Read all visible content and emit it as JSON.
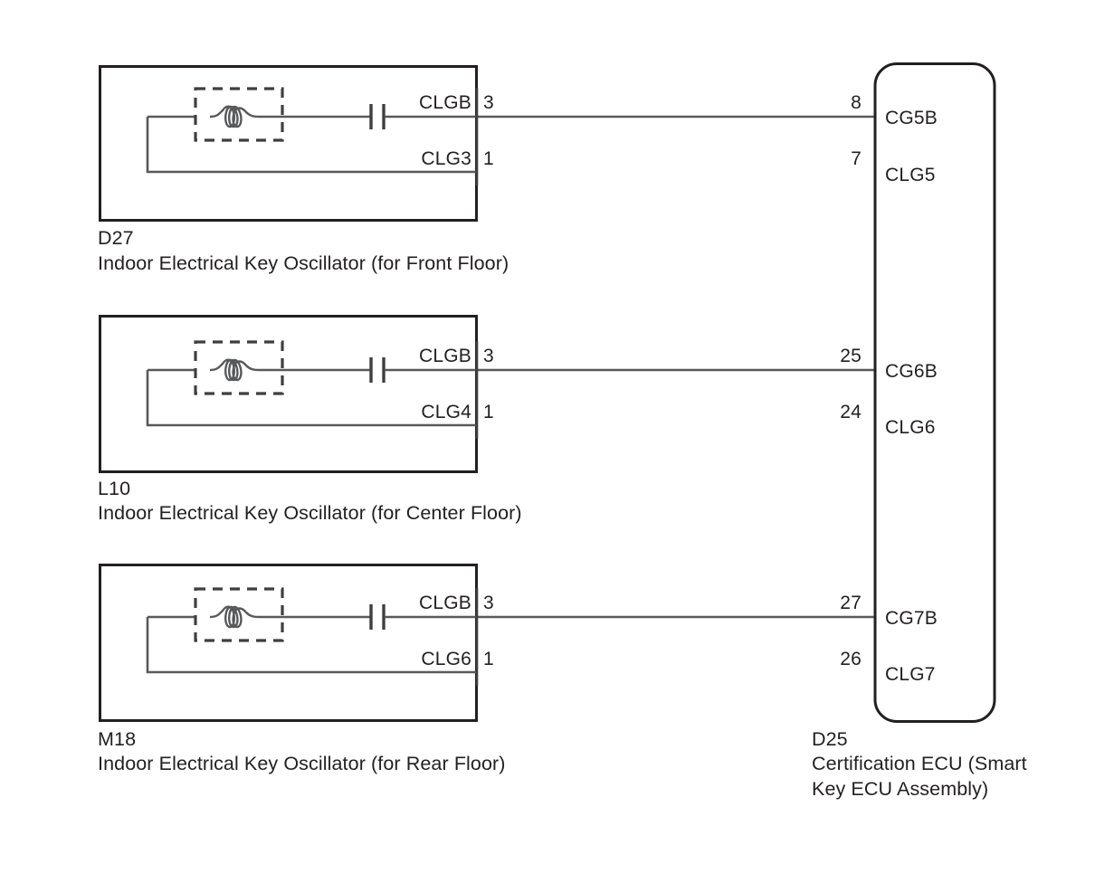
{
  "diagram": {
    "type": "automotive-wiring-diagram",
    "background_color": "#ffffff",
    "line_color": "#58595b",
    "box_color": "#231f20"
  },
  "components": [
    {
      "code": "D27",
      "name": "Indoor Electrical Key Oscillator (for Front Floor)",
      "terminals": [
        {
          "signal": "CLGB",
          "pin": "3"
        },
        {
          "signal": "CLG3",
          "pin": "1"
        }
      ],
      "symbols": [
        "coil-antenna",
        "capacitor"
      ]
    },
    {
      "code": "L10",
      "name": "Indoor Electrical Key Oscillator (for Center Floor)",
      "terminals": [
        {
          "signal": "CLGB",
          "pin": "3"
        },
        {
          "signal": "CLG4",
          "pin": "1"
        }
      ],
      "symbols": [
        "coil-antenna",
        "capacitor"
      ]
    },
    {
      "code": "M18",
      "name": "Indoor Electrical Key Oscillator (for Rear Floor)",
      "terminals": [
        {
          "signal": "CLGB",
          "pin": "3"
        },
        {
          "signal": "CLG6",
          "pin": "1"
        }
      ],
      "symbols": [
        "coil-antenna",
        "capacitor"
      ]
    }
  ],
  "ecu": {
    "code": "D25",
    "name_line1": "Certification ECU (Smart",
    "name_line2": "Key ECU Assembly)",
    "pins": [
      {
        "pin": "8",
        "signal": "CG5B"
      },
      {
        "pin": "7",
        "signal": "CLG5"
      },
      {
        "pin": "25",
        "signal": "CG6B"
      },
      {
        "pin": "24",
        "signal": "CLG6"
      },
      {
        "pin": "27",
        "signal": "CG7B"
      },
      {
        "pin": "26",
        "signal": "CLG7"
      }
    ]
  },
  "connections": [
    {
      "from": "D27.3 CLGB",
      "to": "D25.8 CG5B"
    },
    {
      "from": "D27.1 CLG3",
      "to": "D25.7 CLG5"
    },
    {
      "from": "L10.3 CLGB",
      "to": "D25.25 CG6B"
    },
    {
      "from": "L10.1 CLG4",
      "to": "D25.24 CLG6"
    },
    {
      "from": "M18.3 CLGB",
      "to": "D25.27 CG7B"
    },
    {
      "from": "M18.1 CLG6",
      "to": "D25.26 CLG7"
    }
  ]
}
